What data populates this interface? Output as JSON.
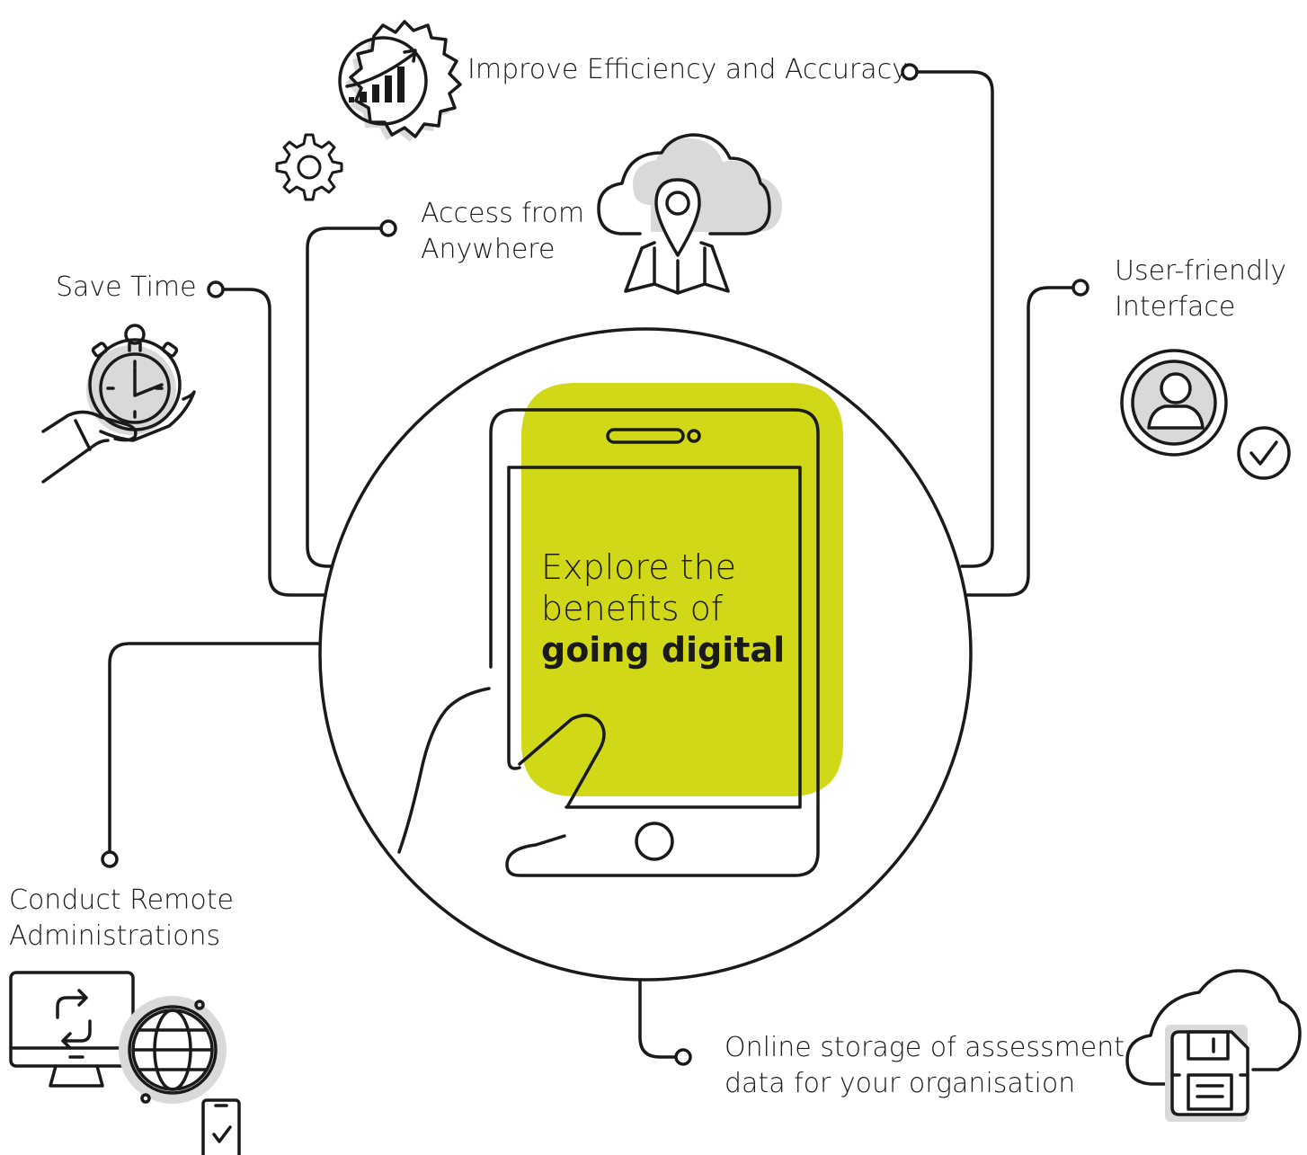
{
  "center": {
    "line1": "Explore the",
    "line2": "benefits of",
    "line3": "going digital"
  },
  "benefits": {
    "efficiency": "Improve Efficiency and Accuracy",
    "access_line1": "Access from",
    "access_line2": "Anywhere",
    "save_time": "Save Time",
    "user_friendly_line1": "User-friendly",
    "user_friendly_line2": "Interface",
    "remote_line1": "Conduct Remote",
    "remote_line2": "Administrations",
    "storage_line1": "Online storage of assessment",
    "storage_line2": "data for your organisation"
  },
  "colors": {
    "accent": "#d0d817",
    "stroke": "#1a1a1a",
    "shade": "#d9d9d9"
  }
}
